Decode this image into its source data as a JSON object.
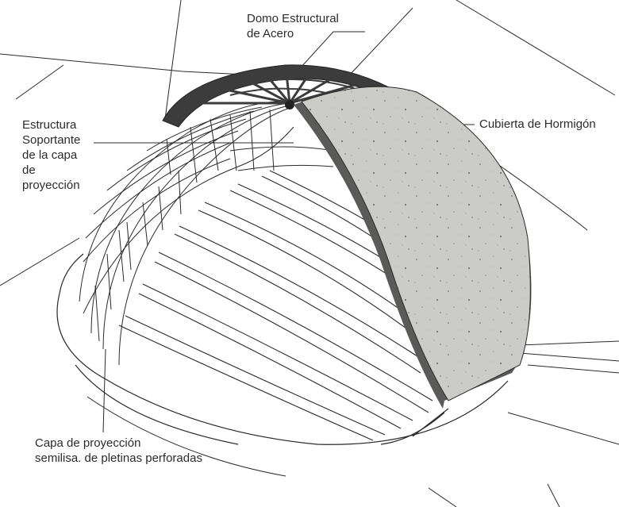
{
  "labels": {
    "domo": [
      "Domo Estructural",
      "de Acero"
    ],
    "estructura": [
      "Estructura",
      "Soportante",
      "de la capa",
      "de",
      "proyección"
    ],
    "cubierta": [
      "Cubierta de Hormigón"
    ],
    "capa": [
      "Capa de proyección",
      "semilisa. de pletinas perforadas"
    ]
  },
  "colors": {
    "line": "#2a2a2a",
    "steel": "#3c3c3c",
    "concrete": "#c9c9c6",
    "concrete_edge": "#5a5a58",
    "text": "#2b2b2b"
  }
}
